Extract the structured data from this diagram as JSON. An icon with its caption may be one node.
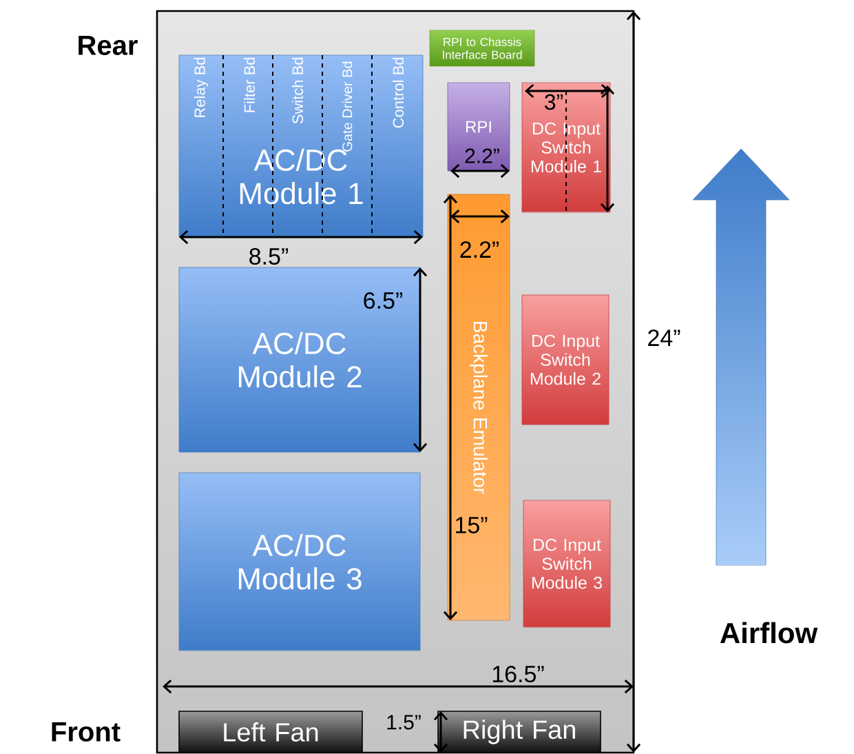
{
  "diagram": {
    "nodes": [
      {
        "text": [],
        "shape": "box"
      },
      {
        "text": [
          "AC/DC Module 1"
        ],
        "in": 0
      },
      {
        "text": [
          "RPI to Chassis Interface Board"
        ],
        "in": 0
      },
      {
        "text": [
          "RPI"
        ],
        "in": 0
      },
      {
        "text": [
          "DC Input Switch Module 1"
        ],
        "in": 0
      },
      {
        "text": [
          "AC/DC Module 2"
        ],
        "in": 0
      },
      {
        "text": [
          "Backplane Emulator"
        ],
        "in": 0
      },
      {
        "text": [
          "DC Input Switch Module 2"
        ],
        "in": 0
      },
      {
        "text": [
          "AC/DC Module 3"
        ],
        "in": 0
      },
      {
        "text": [
          "DC Input Switch Module 3"
        ],
        "in": 0
      },
      {
        "text": [
          "Left Fan"
        ],
        "in": 0
      },
      {
        "text": [
          "Right Fan"
        ],
        "in": 0
      }
    ],
    "labels": [
      "Rear",
      "Relay Bd",
      "Filter Bd",
      "Switch Bd",
      "Gate Driver Bd",
      "Control Bd",
      "3”",
      "2.2”",
      "2.2”",
      "8.5”",
      "6.5”",
      "24”",
      "15”",
      "Airflow",
      "16.5”",
      "Front",
      "1.5”"
    ]
  }
}
